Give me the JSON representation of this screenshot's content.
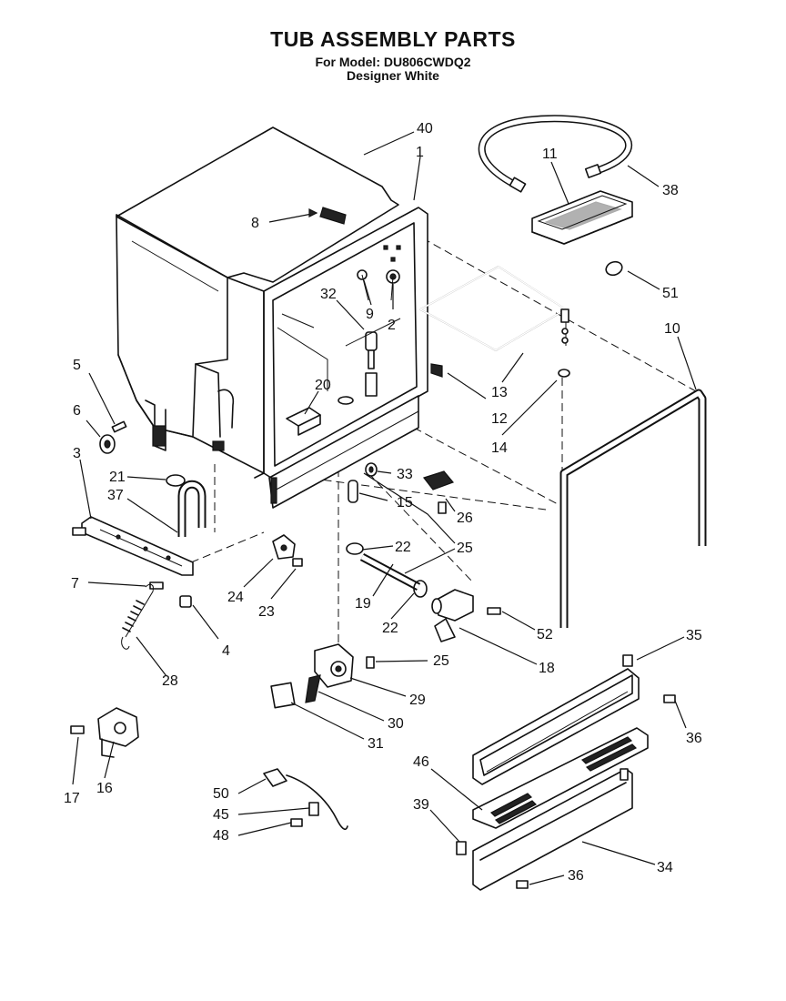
{
  "header": {
    "title": "TUB ASSEMBLY PARTS",
    "model_line": "For Model: DU806CWDQ2",
    "color_line": "Designer White"
  },
  "callouts": [
    {
      "id": "c40",
      "label": "40"
    },
    {
      "id": "c1",
      "label": "1"
    },
    {
      "id": "c11",
      "label": "11"
    },
    {
      "id": "c38",
      "label": "38"
    },
    {
      "id": "c8",
      "label": "8"
    },
    {
      "id": "c51",
      "label": "51"
    },
    {
      "id": "c32",
      "label": "32"
    },
    {
      "id": "c9",
      "label": "9"
    },
    {
      "id": "c2",
      "label": "2"
    },
    {
      "id": "c10",
      "label": "10"
    },
    {
      "id": "c5",
      "label": "5"
    },
    {
      "id": "c20",
      "label": "20"
    },
    {
      "id": "c13",
      "label": "13"
    },
    {
      "id": "c12",
      "label": "12"
    },
    {
      "id": "c6",
      "label": "6"
    },
    {
      "id": "c14",
      "label": "14"
    },
    {
      "id": "c3",
      "label": "3"
    },
    {
      "id": "c21",
      "label": "21"
    },
    {
      "id": "c33",
      "label": "33"
    },
    {
      "id": "c37",
      "label": "37"
    },
    {
      "id": "c15",
      "label": "15"
    },
    {
      "id": "c26",
      "label": "26"
    },
    {
      "id": "c22a",
      "label": "22"
    },
    {
      "id": "c25a",
      "label": "25"
    },
    {
      "id": "c7",
      "label": "7"
    },
    {
      "id": "c24",
      "label": "24"
    },
    {
      "id": "c23",
      "label": "23"
    },
    {
      "id": "c19",
      "label": "19"
    },
    {
      "id": "c22b",
      "label": "22"
    },
    {
      "id": "c52",
      "label": "52"
    },
    {
      "id": "c35",
      "label": "35"
    },
    {
      "id": "c4",
      "label": "4"
    },
    {
      "id": "c25b",
      "label": "25"
    },
    {
      "id": "c18",
      "label": "18"
    },
    {
      "id": "c28",
      "label": "28"
    },
    {
      "id": "c29",
      "label": "29"
    },
    {
      "id": "c36a",
      "label": "36"
    },
    {
      "id": "c30",
      "label": "30"
    },
    {
      "id": "c31",
      "label": "31"
    },
    {
      "id": "c46",
      "label": "46"
    },
    {
      "id": "c17",
      "label": "17"
    },
    {
      "id": "c16",
      "label": "16"
    },
    {
      "id": "c50",
      "label": "50"
    },
    {
      "id": "c39",
      "label": "39"
    },
    {
      "id": "c45",
      "label": "45"
    },
    {
      "id": "c48",
      "label": "48"
    },
    {
      "id": "c34",
      "label": "34"
    },
    {
      "id": "c36b",
      "label": "36"
    }
  ]
}
